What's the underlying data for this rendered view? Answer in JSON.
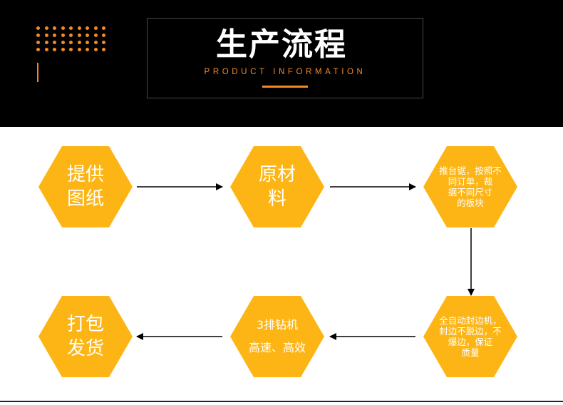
{
  "header": {
    "title": "生产流程",
    "subtitle": "PRODUCT INFORMATION"
  },
  "steps": [
    {
      "id": "step-1",
      "text": "提供\n图纸"
    },
    {
      "id": "step-2",
      "text": "原材\n料"
    },
    {
      "id": "step-3",
      "text": "推台锯，按照不\n同订单，裁\n据不同尺寸\n的板块"
    },
    {
      "id": "step-4",
      "text": "全自动封边机，\n封边不脱边，不\n爆边，保证\n质量"
    },
    {
      "id": "step-5",
      "line1": "3排钻机",
      "line2": "高速、高效"
    },
    {
      "id": "step-6",
      "text": "打包\n发货"
    }
  ],
  "colors": {
    "accent": "#f28a25",
    "hex_fill": "#fdb515",
    "header_bg": "#000000"
  }
}
